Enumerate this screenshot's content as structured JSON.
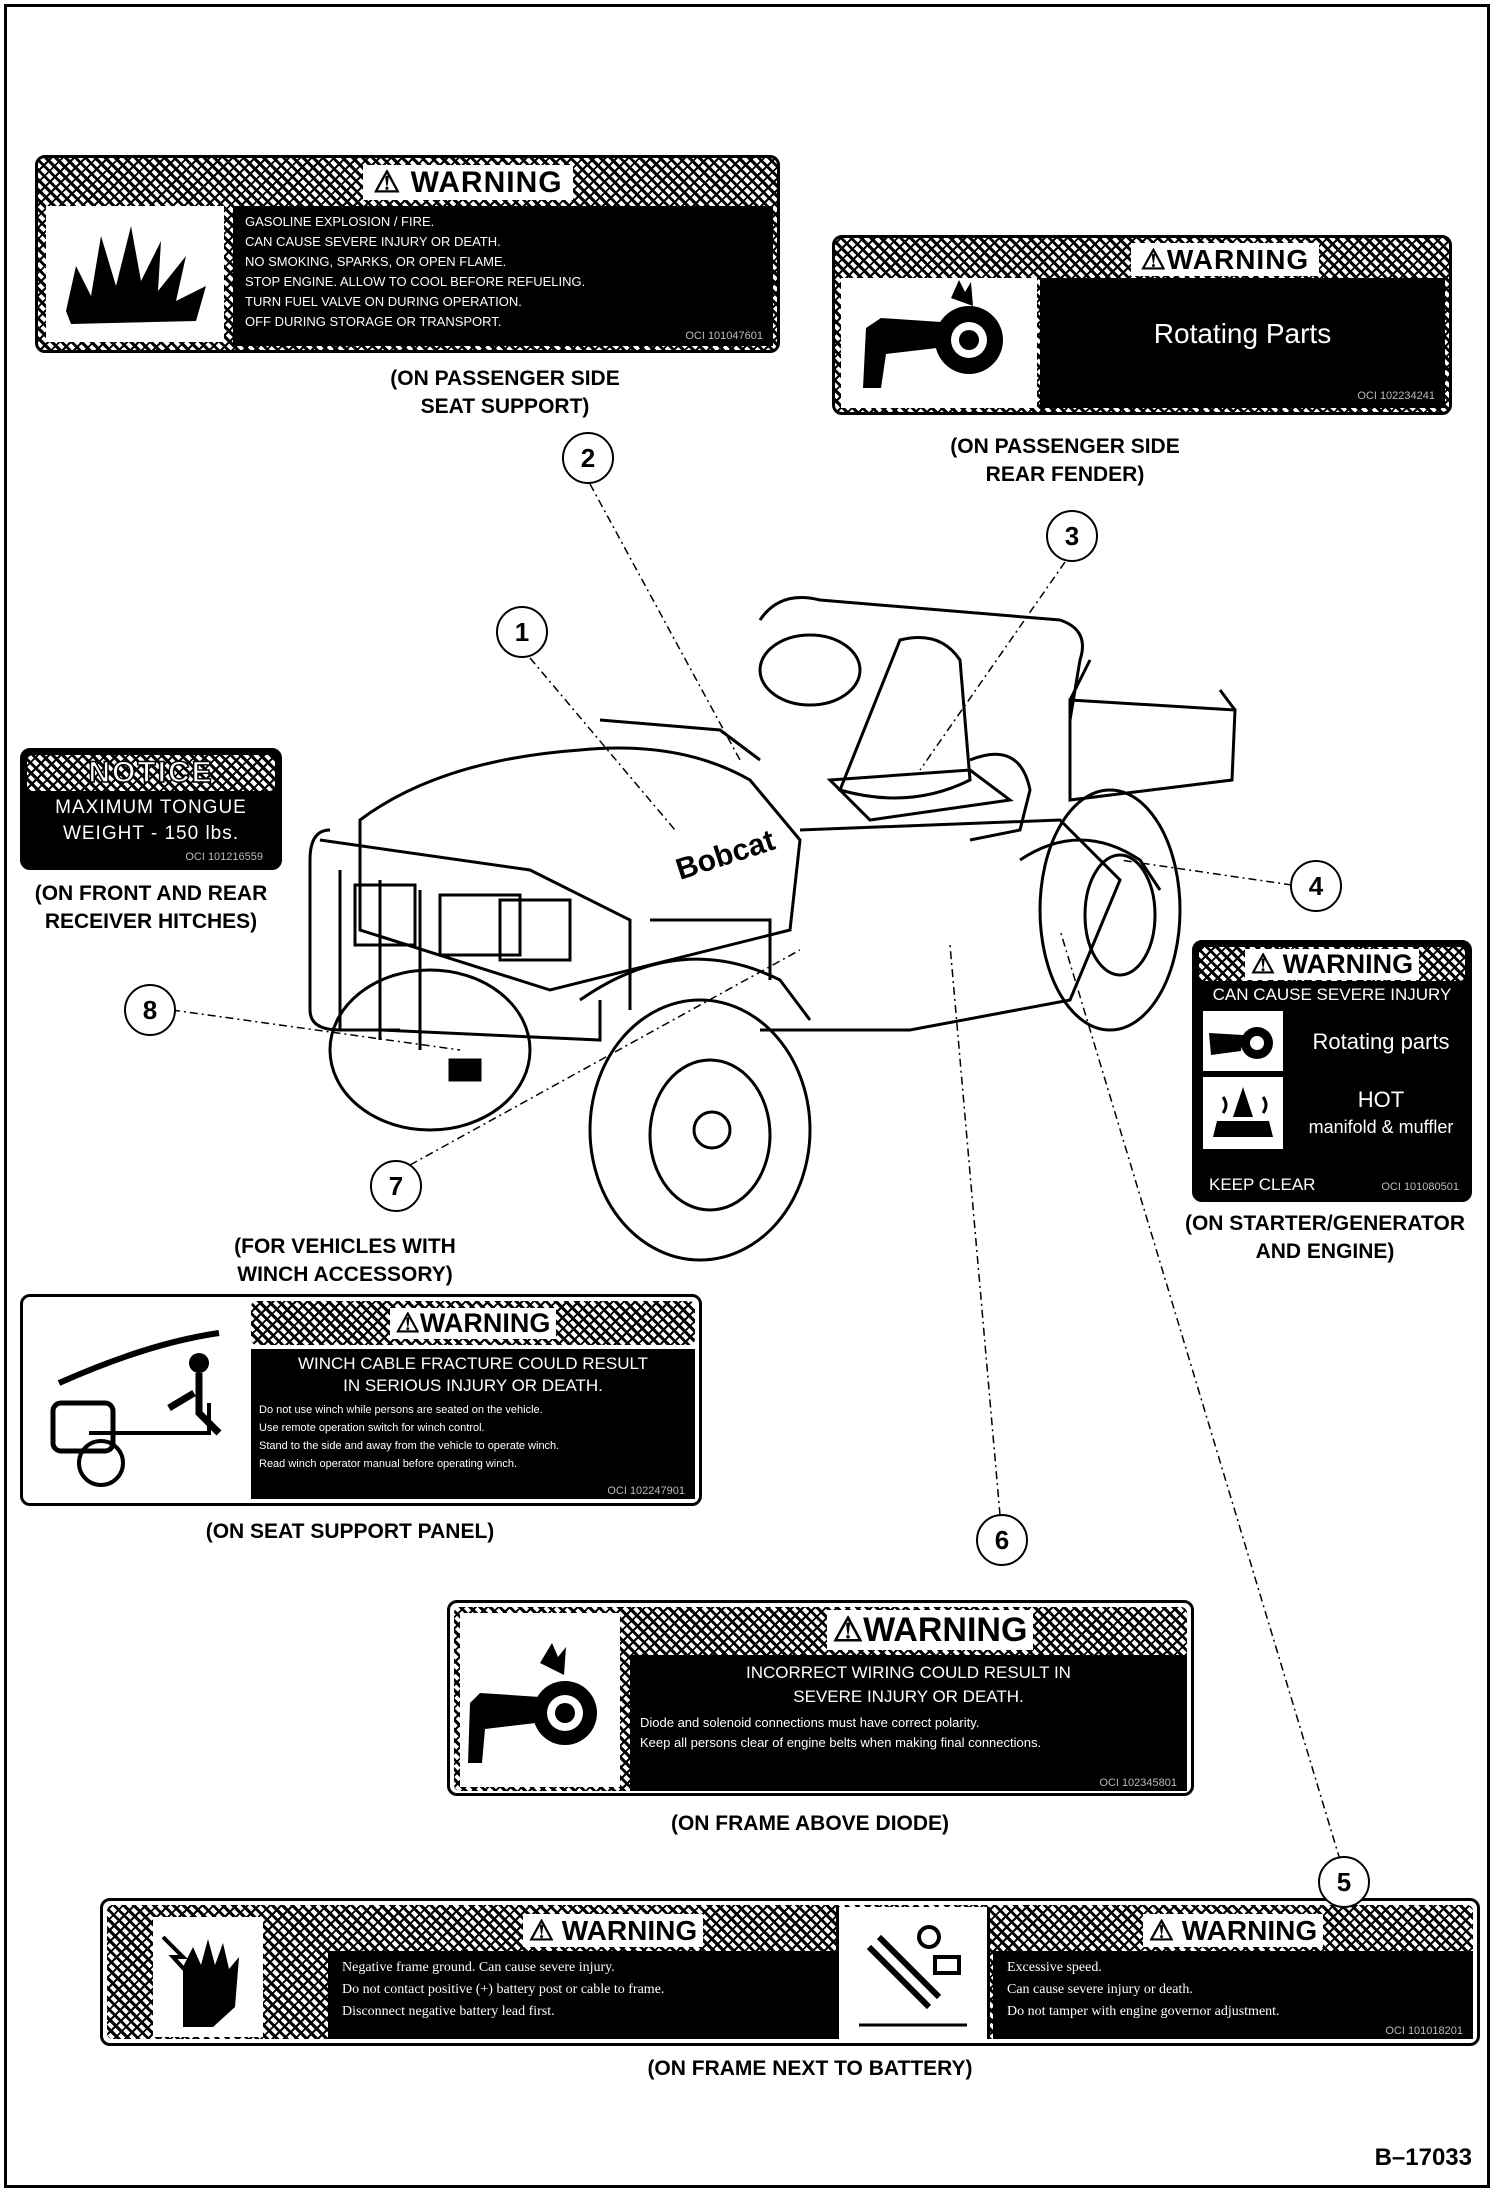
{
  "decal1": {
    "header": "WARNING",
    "lines": [
      "GASOLINE EXPLOSION / FIRE.",
      "CAN CAUSE SEVERE INJURY OR DEATH.",
      "NO SMOKING, SPARKS, OR OPEN FLAME.",
      "STOP ENGINE. ALLOW TO COOL BEFORE REFUELING.",
      "TURN FUEL VALVE ON DURING OPERATION.",
      "OFF DURING STORAGE OR TRANSPORT."
    ],
    "part_number": "OCI 101047601",
    "caption": [
      "(ON PASSENGER SIDE",
      "SEAT SUPPORT)"
    ],
    "icon": "explosion-icon"
  },
  "decal2": {
    "header": "WARNING",
    "message": "Rotating Parts",
    "part_number": "OCI 102234241",
    "caption": [
      "(ON PASSENGER SIDE",
      "REAR FENDER)"
    ],
    "icon": "rotating-parts-hand-icon"
  },
  "decal_notice": {
    "header": "NOTICE",
    "lines": [
      "MAXIMUM TONGUE",
      "WEIGHT - 150 lbs."
    ],
    "part_number": "OCI 101216559",
    "caption": [
      "(ON FRONT AND REAR",
      "RECEIVER HITCHES)"
    ]
  },
  "decal4": {
    "header": "WARNING",
    "subheader": "CAN CAUSE SEVERE INJURY",
    "row1": "Rotating parts",
    "row2_a": "HOT",
    "row2_b": "manifold & muffler",
    "footer": "KEEP CLEAR",
    "part_number": "OCI 101080501",
    "caption": [
      "(ON STARTER/GENERATOR",
      "AND ENGINE)"
    ]
  },
  "decal_winch": {
    "header": "WARNING",
    "title": [
      "WINCH CABLE FRACTURE COULD RESULT",
      "IN SERIOUS INJURY OR DEATH."
    ],
    "lines": [
      "Do not use winch while persons are seated on the vehicle.",
      "Use remote operation switch for winch control.",
      "Stand to the side and away from the vehicle to operate winch.",
      "Read winch operator manual before operating winch."
    ],
    "part_number": "OCI 102247901",
    "caption_top": [
      "(FOR VEHICLES WITH",
      "WINCH ACCESSORY)"
    ],
    "caption": "(ON SEAT SUPPORT PANEL)"
  },
  "decal_diode": {
    "header": "WARNING",
    "title": [
      "INCORRECT WIRING COULD RESULT IN",
      "SEVERE INJURY OR DEATH."
    ],
    "lines": [
      "Diode and solenoid connections must have correct polarity.",
      "Keep all persons clear of engine belts when making final connections."
    ],
    "part_number": "OCI 102345801",
    "caption": "(ON FRAME ABOVE DIODE)"
  },
  "decal_battery": {
    "left_header": "WARNING",
    "left_lines": [
      "Negative frame ground. Can cause severe injury.",
      "Do not contact positive (+) battery post or cable to frame.",
      "Disconnect negative battery lead first."
    ],
    "right_header": "WARNING",
    "right_lines": [
      "Excessive speed.",
      "Can cause severe injury or death.",
      "Do not tamper with engine governor adjustment."
    ],
    "part_number": "OCI 101018201",
    "caption": "(ON FRAME NEXT TO BATTERY)"
  },
  "vehicle_logo": "Bobcat",
  "callouts": [
    "1",
    "2",
    "3",
    "4",
    "5",
    "6",
    "7",
    "8"
  ],
  "figure_id": "B–17033"
}
